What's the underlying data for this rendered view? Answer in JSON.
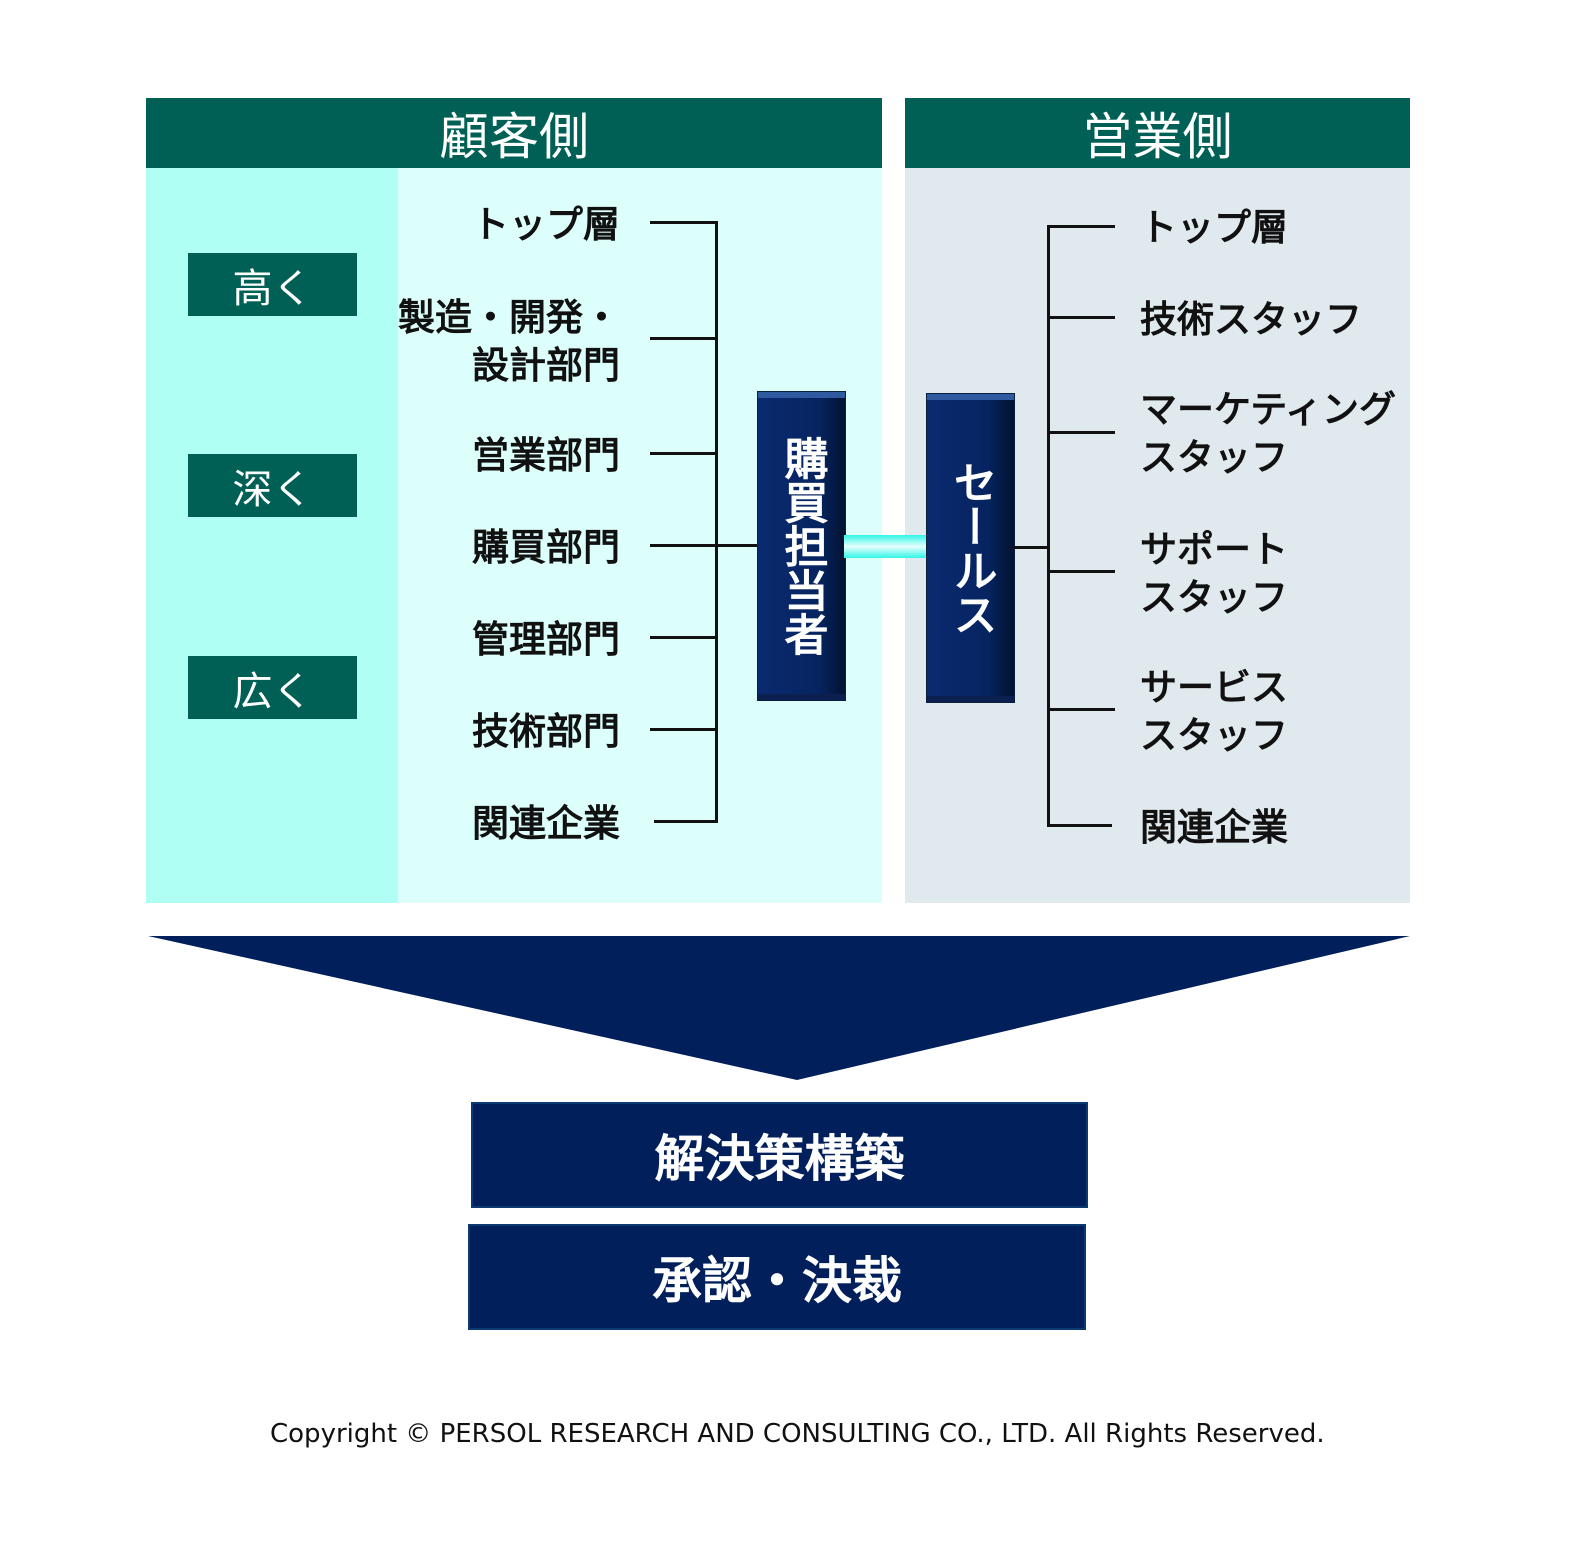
{
  "customer": {
    "title": "顧客側",
    "levels": [
      "高く",
      "深く",
      "広く"
    ],
    "items": [
      "トップ層",
      "製造・開発・\n設計部門",
      "営業部門",
      "購買部門",
      "管理部門",
      "技術部門",
      "関連企業"
    ],
    "contact": "購買担当者"
  },
  "sales": {
    "title": "営業側",
    "contact": "セールス",
    "items": [
      "トップ層",
      "技術スタッフ",
      "マーケティング\nスタッフ",
      "サポート\nスタッフ",
      "サービス\nスタッフ",
      "関連企業"
    ]
  },
  "results": [
    "解決策構築",
    "承認・決裁"
  ],
  "copyright": "Copyright © PERSOL RESEARCH AND CONSULTING CO., LTD. All Rights Reserved.",
  "colors": {
    "header": "#006055",
    "navy": "#001f5b",
    "cyan_strip": "#b0fff5",
    "cyan_panel": "#dcfffb",
    "gray_panel": "#e0e9ee"
  }
}
